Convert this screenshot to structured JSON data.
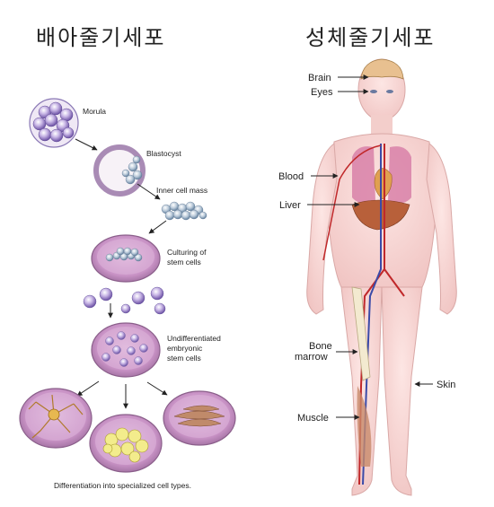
{
  "left_panel": {
    "title": "배아줄기세포",
    "labels": {
      "morula": "Morula",
      "blastocyst": "Blastocyst",
      "inner_cell_mass": "Inner cell mass",
      "culturing_line1": "Culturing of",
      "culturing_line2": "stem cells",
      "undiff_line1": "Undifferentiated",
      "undiff_line2": "embryonic",
      "undiff_line3": "stem cells",
      "differentiation": "Differentiation into specialized cell types."
    }
  },
  "right_panel": {
    "title": "성체줄기세포",
    "labels": {
      "brain": "Brain",
      "eyes": "Eyes",
      "blood": "Blood",
      "liver": "Liver",
      "bone_line1": "Bone",
      "bone_line2": "marrow",
      "muscle": "Muscle",
      "skin": "Skin"
    }
  }
}
